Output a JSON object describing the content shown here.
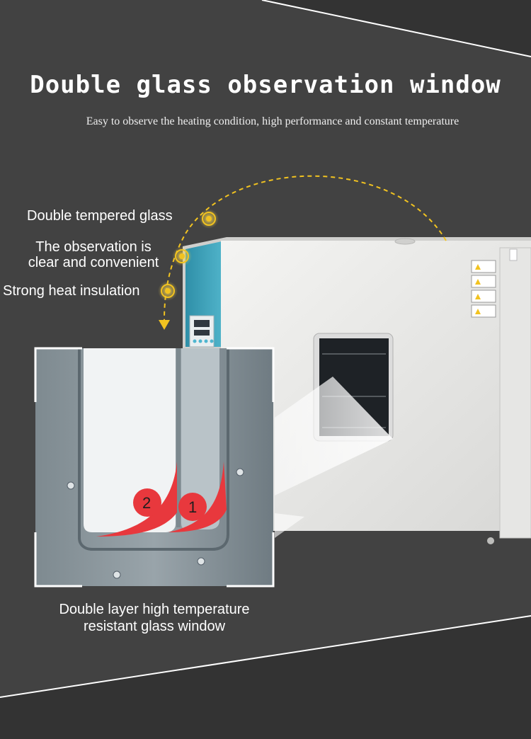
{
  "header": {
    "title": "Double glass observation window",
    "subtitle": "Easy to observe the heating condition, high performance and constant temperature"
  },
  "features": {
    "tempered_glass": "Double tempered glass",
    "observation_line1": "The observation is",
    "observation_line2": "clear and convenient",
    "insulation": "Strong heat insulation"
  },
  "detail": {
    "marker_1": "1",
    "marker_2": "2",
    "caption_line1": "Double layer high temperature",
    "caption_line2": "resistant glass window"
  },
  "colors": {
    "background": "#424242",
    "accent_yellow": "#f2c320",
    "marker_red": "#e8383d",
    "oven_teal": "#3aa0b8"
  },
  "icons": [
    "target-icon",
    "arrow-down-icon",
    "warning-label-icon"
  ]
}
